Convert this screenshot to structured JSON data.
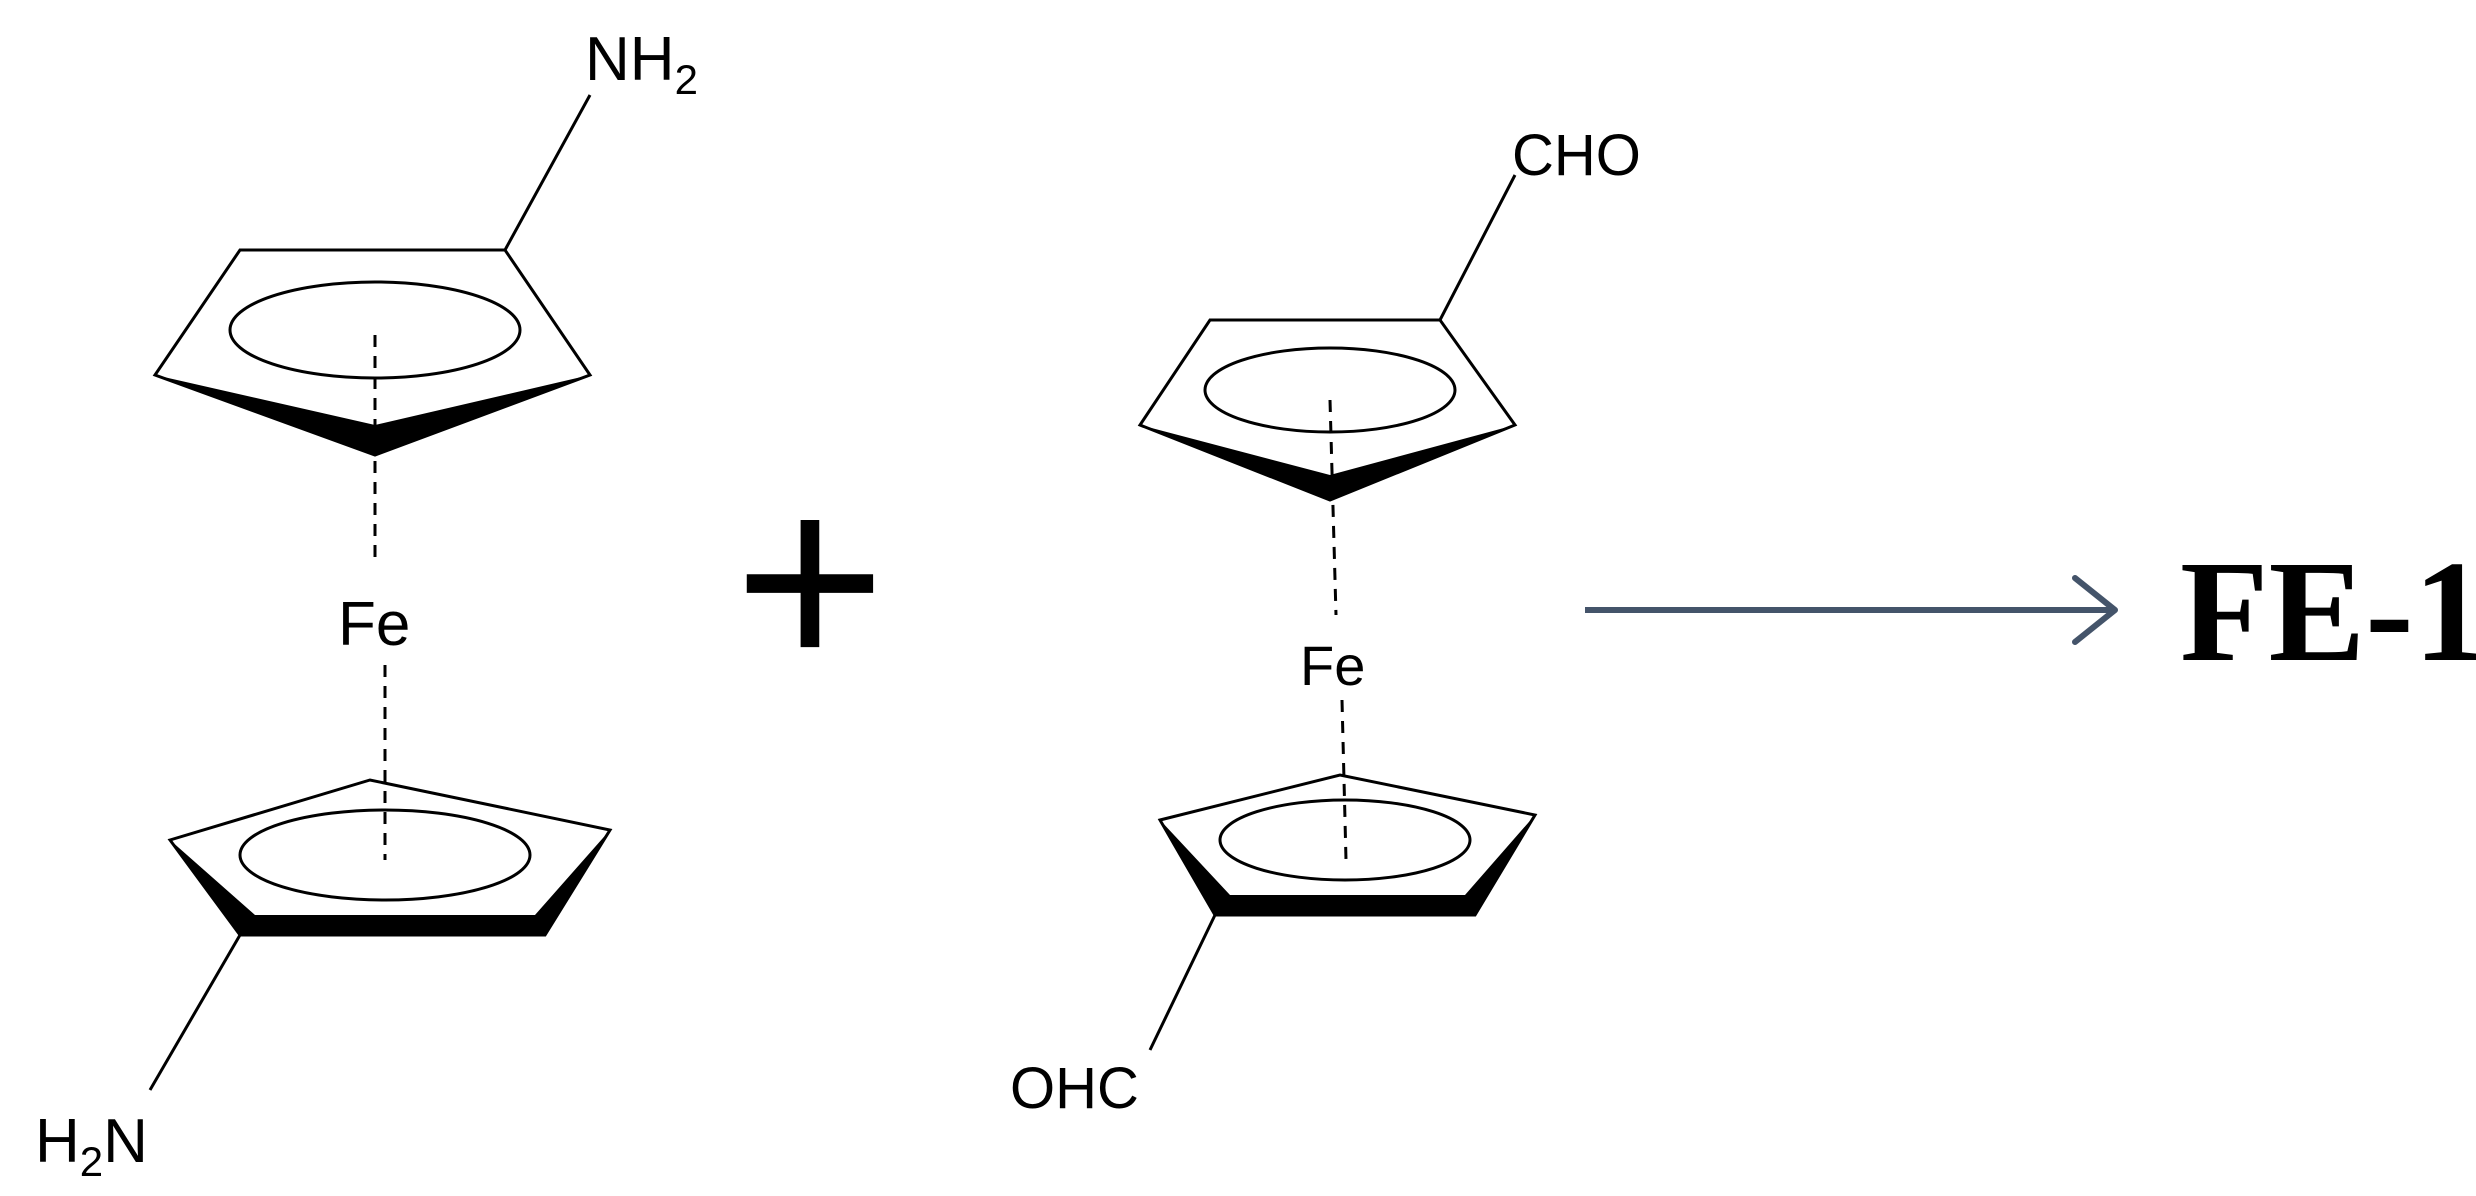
{
  "molecules": [
    {
      "top_group": {
        "main": "NH",
        "sub": "2"
      },
      "metal": "Fe",
      "bottom_group": {
        "pre": "H",
        "sub": "2",
        "post": "N"
      }
    },
    {
      "top_group": "CHO",
      "metal": "Fe",
      "bottom_group": "OHC"
    }
  ],
  "operator": "+",
  "product": "FE-1",
  "colors": {
    "bonds": "#000000",
    "arrow": "#44546a",
    "text": "#000000"
  }
}
